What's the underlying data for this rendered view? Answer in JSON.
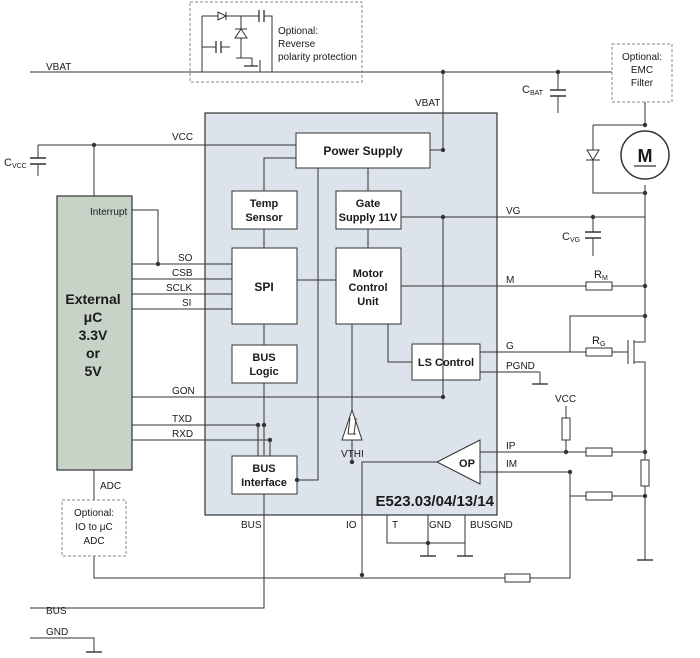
{
  "colors": {
    "chip_fill": "#dde3ea",
    "uc_fill": "#c8d3c8",
    "wire": "#333333"
  },
  "optional_boxes": {
    "polarity": {
      "line1": "Optional:",
      "line2": "Reverse",
      "line3": "polarity protection"
    },
    "emc": {
      "line1": "Optional:",
      "line2": "EMC",
      "line3": "Filter"
    },
    "adc": {
      "line1": "Optional:",
      "line2": "IO to μC",
      "line3": "ADC"
    }
  },
  "signals": {
    "vbat_left": "VBAT",
    "vbat_chip": "VBAT",
    "vcc": "VCC",
    "vcc_ip": "VCC",
    "interrupt": "Interrupt",
    "so": "SO",
    "csb": "CSB",
    "sclk": "SCLK",
    "si": "SI",
    "gon": "GON",
    "txd": "TXD",
    "rxd": "RXD",
    "adc": "ADC",
    "bus_pin": "BUS",
    "io": "IO",
    "t": "T",
    "gnd_pin": "GND",
    "busgnd": "BUSGND",
    "vg": "VG",
    "m": "M",
    "g": "G",
    "pgnd": "PGND",
    "ip": "IP",
    "im": "IM",
    "bus_bottom": "BUS",
    "gnd_bottom": "GND",
    "vthi": "VTHI"
  },
  "components": {
    "cbat": {
      "main": "C",
      "sub": "BAT"
    },
    "cvcc": {
      "main": "C",
      "sub": "VCC"
    },
    "cvg": {
      "main": "C",
      "sub": "VG"
    },
    "rm": {
      "main": "R",
      "sub": "M"
    },
    "rg": {
      "main": "R",
      "sub": "G"
    },
    "motor": "M"
  },
  "blocks": {
    "power_supply": "Power Supply",
    "temp_sensor": {
      "line1": "Temp",
      "line2": "Sensor"
    },
    "gate_supply": {
      "line1": "Gate",
      "line2": "Supply 11V"
    },
    "spi": "SPI",
    "motor_control": {
      "line1": "Motor",
      "line2": "Control",
      "line3": "Unit"
    },
    "bus_logic": {
      "line1": "BUS",
      "line2": "Logic"
    },
    "ls_control": "LS Control",
    "bus_interface": {
      "line1": "BUS",
      "line2": "Interface"
    },
    "op": "OP"
  },
  "external_uc": {
    "line1": "External",
    "line2": "μC",
    "line3": "3.3V",
    "line4": "or",
    "line5": "5V"
  },
  "chip_name": "E523.03/04/13/14"
}
